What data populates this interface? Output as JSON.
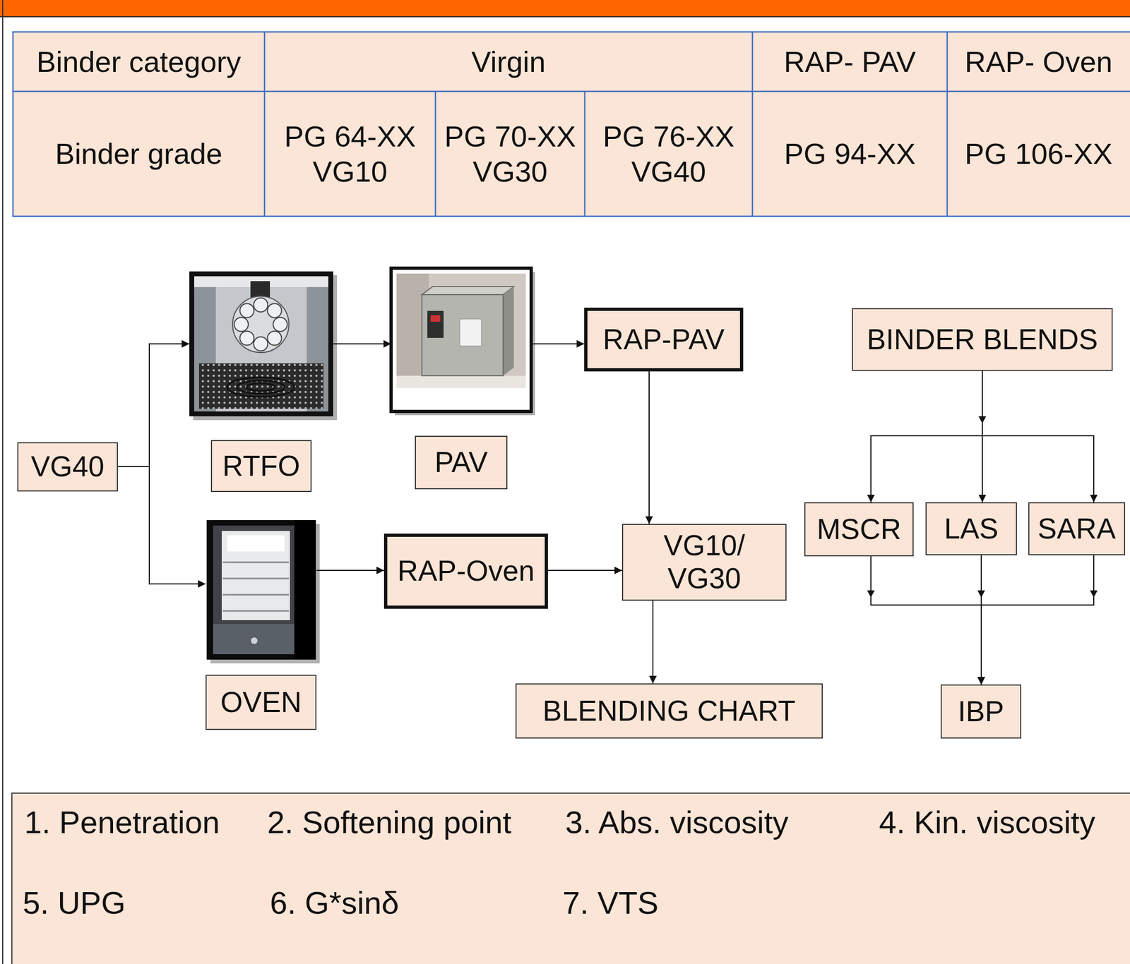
{
  "diagram": {
    "nodes": [
      {
        "text": [
          "VG40"
        ]
      },
      {
        "text": [
          "RTFO"
        ]
      },
      {
        "text": [
          "PAV"
        ]
      },
      {
        "text": [
          "RAP-PAV"
        ]
      },
      {
        "text": [
          "BINDER BLENDS"
        ]
      },
      {
        "text": [
          "OVEN"
        ]
      },
      {
        "text": [
          "RAP-Oven"
        ]
      },
      {
        "text": [
          "VG10/ VG30"
        ]
      },
      {
        "text": [
          "MSCR"
        ]
      },
      {
        "text": [
          "LAS"
        ]
      },
      {
        "text": [
          "SARA"
        ]
      },
      {
        "text": [
          "BLENDING CHART"
        ]
      },
      {
        "text": [
          "IBP"
        ]
      },
      {
        "text": [
          "1. Penetration",
          "2. Softening point",
          "3. Abs. viscosity",
          "4. Kin. viscosity",
          "5. UPG",
          "6. G*sinδ",
          "7. VTS"
        ]
      }
    ],
    "edges": [
      {
        "from": 0,
        "to": 1,
        "arrow": "to"
      },
      {
        "from": 1,
        "to": 2,
        "arrow": "to"
      },
      {
        "from": 2,
        "to": 3,
        "arrow": "to"
      },
      {
        "from": 0,
        "to": 5,
        "arrow": "to"
      },
      {
        "from": 5,
        "to": 6,
        "arrow": "to"
      },
      {
        "from": 6,
        "to": 7,
        "arrow": "to"
      },
      {
        "from": 3,
        "to": 7,
        "arrow": "to"
      },
      {
        "from": 7,
        "to": 11,
        "arrow": "to"
      },
      {
        "from": 4,
        "to": 8,
        "arrow": "to"
      },
      {
        "from": 4,
        "to": 9,
        "arrow": "to"
      },
      {
        "from": 4,
        "to": 10,
        "arrow": "to"
      },
      {
        "from": 8,
        "to": 12,
        "arrow": "to"
      },
      {
        "from": 9,
        "to": 12,
        "arrow": "to"
      },
      {
        "from": 10,
        "to": 12,
        "arrow": "to"
      }
    ],
    "labels": [
      "Binder category",
      "Virgin",
      "RAP- PAV",
      "RAP- Oven",
      "Binder grade",
      "PG 64-XX VG10",
      "PG 70-XX VG30",
      "PG 76-XX VG40",
      "PG 94-XX",
      "PG 106-XX"
    ]
  }
}
